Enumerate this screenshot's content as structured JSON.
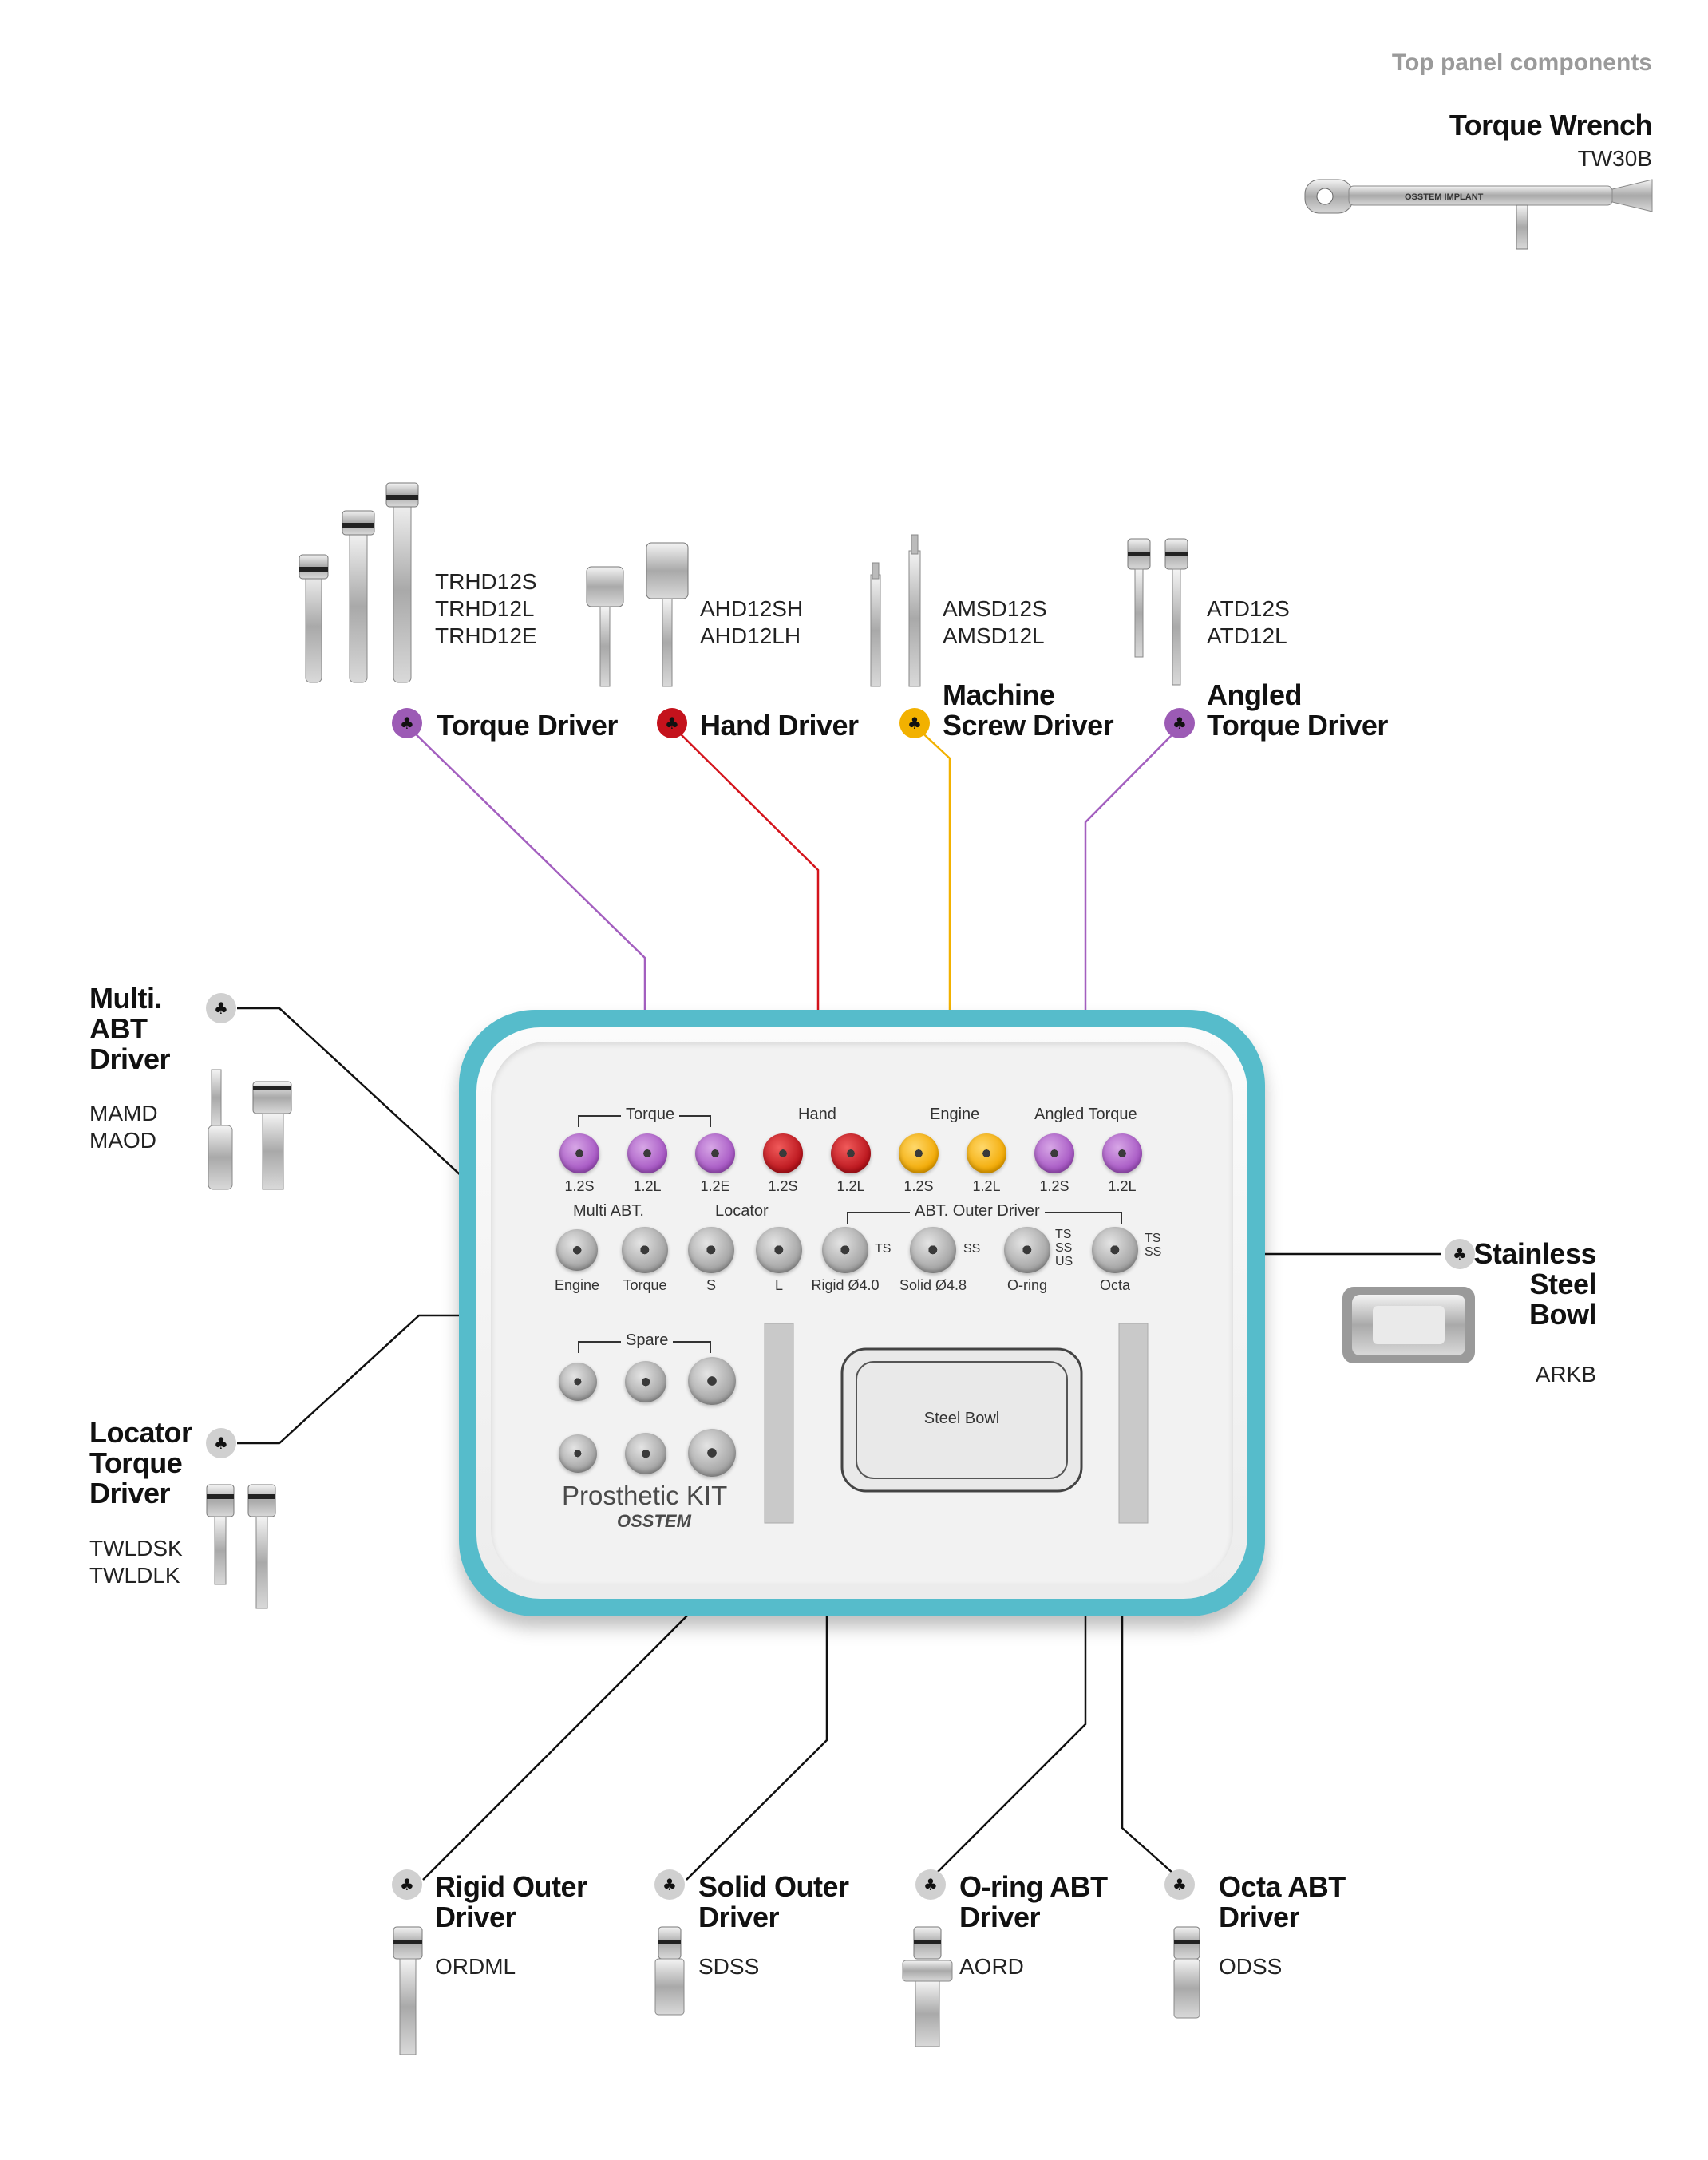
{
  "header": {
    "panel_title": "Top panel components"
  },
  "torque_wrench": {
    "title": "Torque Wrench",
    "code": "TW30B",
    "brand": "OSSTEM IMPLANT"
  },
  "top_drivers": [
    {
      "title_lines": [
        "Torque Driver"
      ],
      "codes": [
        "TRHD12S",
        "TRHD12L",
        "TRHD12E"
      ],
      "color": "#9c5bb5"
    },
    {
      "title_lines": [
        "Hand Driver"
      ],
      "codes": [
        "AHD12SH",
        "AHD12LH"
      ],
      "color": "#c4121c"
    },
    {
      "title_lines": [
        "Machine",
        "Screw Driver"
      ],
      "codes": [
        "AMSD12S",
        "AMSD12L"
      ],
      "color": "#f2b100"
    },
    {
      "title_lines": [
        "Angled",
        "Torque Driver"
      ],
      "codes": [
        "ATD12S",
        "ATD12L"
      ],
      "color": "#9c5bb5"
    }
  ],
  "left_drivers": [
    {
      "title_lines": [
        "Multi.",
        "ABT",
        "Driver"
      ],
      "codes": [
        "MAMD",
        "MAOD"
      ]
    },
    {
      "title_lines": [
        "Locator",
        "Torque",
        "Driver"
      ],
      "codes": [
        "TWLDSK",
        "TWLDLK"
      ]
    }
  ],
  "right_item": {
    "title_lines": [
      "Stainless",
      "Steel",
      "Bowl"
    ],
    "code": "ARKB"
  },
  "bottom_drivers": [
    {
      "title_lines": [
        "Rigid Outer",
        "Driver"
      ],
      "code": "ORDML"
    },
    {
      "title_lines": [
        "Solid Outer",
        "Driver"
      ],
      "code": "SDSS"
    },
    {
      "title_lines": [
        "O-ring ABT",
        "Driver"
      ],
      "code": "AORD"
    },
    {
      "title_lines": [
        "Octa ABT",
        "Driver"
      ],
      "code": "ODSS"
    }
  ],
  "kit": {
    "name": "Prosthetic KIT",
    "brand": "OSSTEM",
    "bowl_label": "Steel Bowl",
    "row1_groups": {
      "torque": "Torque",
      "hand": "Hand",
      "engine": "Engine",
      "angled": "Angled Torque"
    },
    "row1_labels": [
      "1.2S",
      "1.2L",
      "1.2E",
      "1.2S",
      "1.2L",
      "1.2S",
      "1.2L",
      "1.2S",
      "1.2L"
    ],
    "row2_groups": {
      "multi": "Multi ABT.",
      "locator": "Locator",
      "outer": "ABT. Outer Driver"
    },
    "row2_labels": [
      "Engine",
      "Torque",
      "S",
      "L",
      "Rigid Ø4.0",
      "Solid Ø4.8",
      "O-ring",
      "Octa"
    ],
    "row2_side": {
      "rigid": "TS",
      "solid": "SS",
      "oring": [
        "TS",
        "SS",
        "US"
      ],
      "octa": [
        "TS",
        "SS"
      ]
    },
    "spare_label": "Spare",
    "colors": {
      "rim": "#56bccb",
      "tray": "#f2f2f2"
    }
  },
  "line_colors": {
    "purple": "#a35fbf",
    "red": "#d4141c",
    "yellow": "#f2b100",
    "black": "#111111"
  }
}
